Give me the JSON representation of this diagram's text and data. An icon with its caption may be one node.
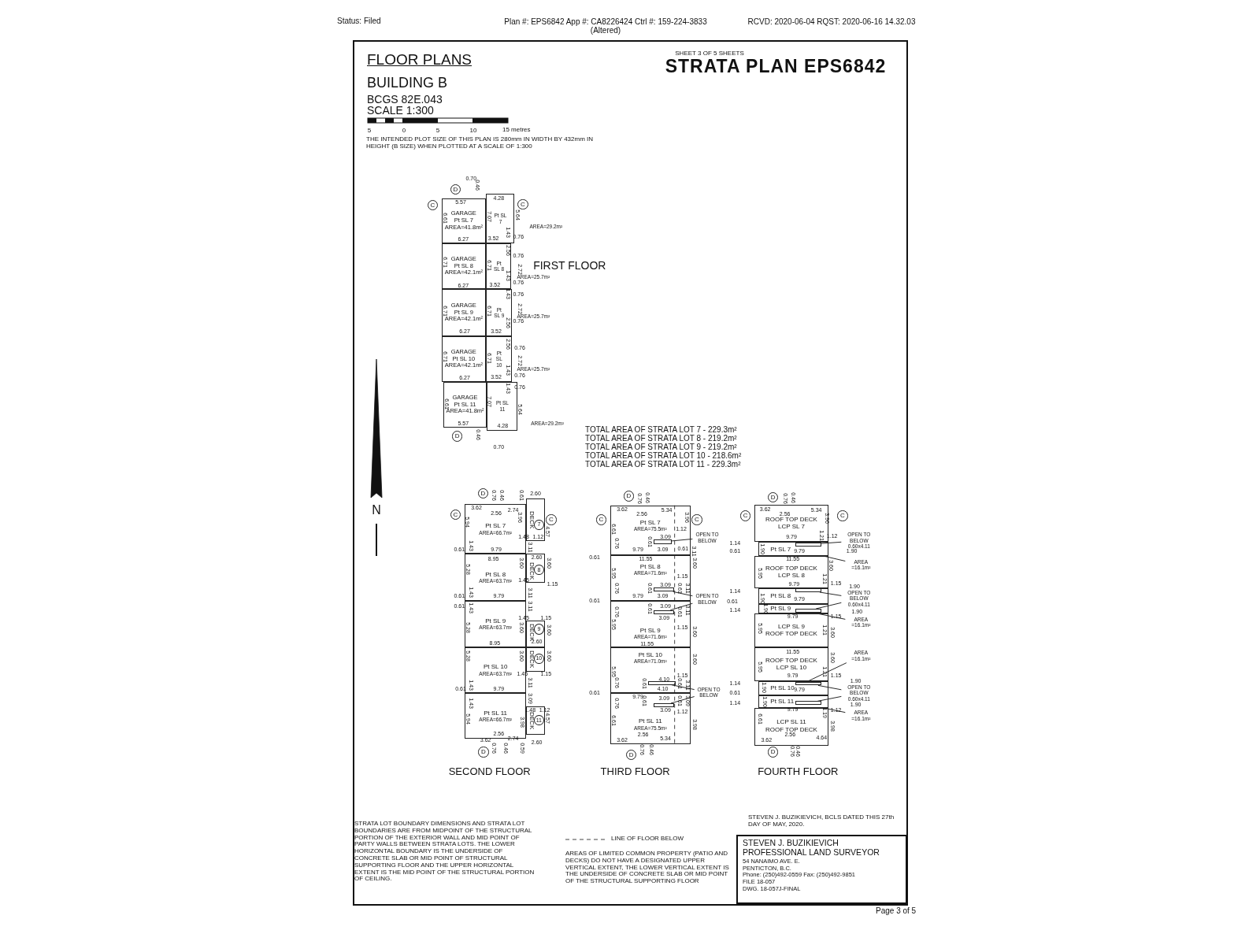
{
  "diagram": {
    "title": "STRATA PLAN EPS6842",
    "nodes": [
      {
        "text": [
          "GARAGE Pt SL 7",
          "AREA=41.8m²"
        ]
      },
      {
        "text": [
          "Pt SL 7"
        ],
        "beside": [
          "AREA=29.2m²"
        ]
      },
      {
        "text": [
          "GARAGE Pt SL 8",
          "AREA=42.1m²"
        ]
      },
      {
        "text": [
          "Pt SL 8"
        ],
        "beside": [
          "AREA=25.7m²"
        ]
      },
      {
        "text": [
          "GARAGE Pt SL 9",
          "AREA=42.1m²"
        ]
      },
      {
        "text": [
          "Pt SL 9"
        ],
        "beside": [
          "AREA=25.7m²"
        ]
      },
      {
        "text": [
          "GARAGE Pt SL 10",
          "AREA=42.1m²"
        ]
      },
      {
        "text": [
          "Pt SL 10"
        ],
        "beside": [
          "AREA=25.7m²"
        ]
      },
      {
        "text": [
          "GARAGE Pt SL 11",
          "AREA=41.8m²"
        ]
      },
      {
        "text": [
          "Pt SL 11"
        ],
        "beside": [
          "AREA=29.2m²"
        ]
      },
      {
        "text": [
          "D"
        ]
      },
      {
        "text": [
          "C"
        ]
      },
      {
        "text": [
          "C"
        ]
      },
      {
        "text": [
          "D"
        ]
      },
      {
        "text": [
          "Pt SL 7",
          "AREA=66.7m²"
        ]
      },
      {
        "text": [
          "DECK"
        ]
      },
      {
        "text": [
          "7"
        ],
        "in": 15
      },
      {
        "text": [
          "Pt SL 8",
          "AREA=63.7m²"
        ]
      },
      {
        "text": [
          "DECK"
        ]
      },
      {
        "text": [
          "8"
        ],
        "in": 18
      },
      {
        "text": [
          "Pt SL 9",
          "AREA=63.7m²"
        ]
      },
      {
        "text": [
          "DECK"
        ]
      },
      {
        "text": [
          "9"
        ],
        "in": 21
      },
      {
        "text": [
          "Pt SL 10",
          "AREA=63.7m²"
        ]
      },
      {
        "text": [
          "DECK"
        ]
      },
      {
        "text": [
          "10"
        ],
        "in": 24
      },
      {
        "text": [
          "Pt SL 11",
          "AREA=66.7m²"
        ]
      },
      {
        "text": [
          "DECK"
        ]
      },
      {
        "text": [
          "11"
        ],
        "in": 27
      },
      {
        "text": [
          "D"
        ]
      },
      {
        "text": [
          "C"
        ]
      },
      {
        "text": [
          "C"
        ]
      },
      {
        "text": [
          "D"
        ]
      },
      {
        "text": [
          "Pt SL 7",
          "AREA=75.5m²"
        ]
      },
      {
        "text": [
          "Pt SL 8",
          "AREA=71.6m²"
        ]
      },
      {
        "text": [
          "Pt SL 9",
          "AREA=71.6m²"
        ]
      },
      {
        "text": [
          "Pt SL 10",
          "AREA=71.0m²"
        ]
      },
      {
        "text": [
          "Pt SL 11",
          "AREA=75.5m²"
        ]
      },
      {
        "text": [],
        "shape": "box",
        "in": 33
      },
      {
        "text": [],
        "shape": "box",
        "in": 34
      },
      {
        "text": [],
        "shape": "box",
        "in": 35
      },
      {
        "text": [],
        "shape": "box",
        "in": 36
      },
      {
        "text": [],
        "shape": "box",
        "in": 37
      },
      {
        "text": [
          "OPEN TO BELOW"
        ]
      },
      {
        "text": [
          "OPEN TO BELOW"
        ]
      },
      {
        "text": [
          "OPEN TO BELOW"
        ]
      },
      {
        "text": [
          "D"
        ]
      },
      {
        "text": [
          "C"
        ]
      },
      {
        "text": [
          "C"
        ]
      },
      {
        "text": [
          "D"
        ]
      },
      {
        "text": [
          "ROOF TOP DECK",
          "LCP SL 7"
        ]
      },
      {
        "text": [
          "Pt SL 7"
        ]
      },
      {
        "text": [],
        "shape": "box",
        "in": 51
      },
      {
        "text": [
          "ROOF TOP DECK",
          "LCP SL 8"
        ]
      },
      {
        "text": [
          "Pt SL 8"
        ]
      },
      {
        "text": [],
        "shape": "box",
        "in": 54
      },
      {
        "text": [
          "Pt SL 9"
        ]
      },
      {
        "text": [],
        "shape": "box",
        "in": 56
      },
      {
        "text": [
          "LCP SL 9",
          "ROOF TOP DECK"
        ]
      },
      {
        "text": [
          "ROOF TOP DECK",
          "LCP SL 10"
        ]
      },
      {
        "text": [
          "Pt SL 10"
        ]
      },
      {
        "text": [],
        "shape": "box",
        "in": 60
      },
      {
        "text": [
          "Pt SL 11"
        ]
      },
      {
        "text": [],
        "shape": "box",
        "in": 62
      },
      {
        "text": [
          "LCP SL 11",
          "ROOF TOP DECK"
        ]
      },
      {
        "text": [
          "OPEN TO BELOW",
          "0.60x4.11"
        ]
      },
      {
        "text": [
          "OPEN TO BELOW",
          "0.60x4.11"
        ]
      },
      {
        "text": [
          "OPEN TO BELOW",
          "0.60x4.11"
        ]
      },
      {
        "text": [
          "AREA =16.1m²"
        ]
      },
      {
        "text": [
          "AREA =16.1m²"
        ]
      },
      {
        "text": [
          "AREA =16.1m²"
        ]
      },
      {
        "text": [
          "AREA =16.1m²"
        ]
      },
      {
        "text": [
          "D"
        ]
      },
      {
        "text": [
          "C"
        ]
      },
      {
        "text": [
          "C"
        ]
      },
      {
        "text": [
          "D"
        ]
      },
      {
        "text": [
          "STEVEN J. BUZIKIEVICH PROFESSIONAL LAND SURVEYOR",
          "54 NANAIMO AVE. E.",
          "PENTICTON, B.C.",
          "Phone: (250)492-0559 Fax: (250)492-9851",
          "FILE 18-057",
          "DWG. 18-057J-FINAL"
        ]
      }
    ],
    "edges": [
      {
        "from": 43,
        "to": 38,
        "arrow": "none"
      },
      {
        "from": 44,
        "to": 39,
        "arrow": "none"
      },
      {
        "from": 44,
        "to": 40,
        "arrow": "none"
      },
      {
        "from": 45,
        "to": 41,
        "arrow": "none"
      },
      {
        "from": 45,
        "to": 42,
        "arrow": "none"
      },
      {
        "from": 65,
        "to": 52,
        "arrow": "none"
      },
      {
        "from": 66,
        "to": 55,
        "arrow": "none"
      },
      {
        "from": 66,
        "to": 57,
        "arrow": "none"
      },
      {
        "from": 67,
        "to": 61,
        "arrow": "none"
      },
      {
        "from": 67,
        "to": 63,
        "arrow": "none"
      },
      {
        "from": 68,
        "to": 51,
        "arrow": "none"
      },
      {
        "from": 69,
        "to": 56,
        "arrow": "none"
      },
      {
        "from": 70,
        "to": 60,
        "arrow": "none"
      },
      {
        "from": 71,
        "to": 62,
        "arrow": "none"
      }
    ],
    "labels": [
      "Status: Filed",
      "Plan #: EPS6842 App #: CA8226424 Ctrl #: 159-224-3833",
      "(Altered)",
      "RCVD: 2020-06-04 RQST: 2020-06-16 14.32.03",
      "SHEET 3 OF 5 SHEETS",
      "FLOOR PLANS",
      "BUILDING B",
      "BCGS 82E.043",
      "SCALE 1:300",
      "5",
      "0",
      "5",
      "10",
      "15 metres",
      "THE INTENDED PLOT SIZE OF THIS PLAN IS 280mm IN WIDTH BY 432mm IN HEIGHT (B SIZE) WHEN PLOTTED AT A SCALE OF 1:300",
      "FIRST FLOOR",
      "TOTAL AREA OF STRATA LOT 7 - 229.3m²",
      "TOTAL AREA OF STRATA LOT 8 - 219.2m²",
      "TOTAL AREA OF STRATA LOT 9 - 219.2m²",
      "TOTAL AREA OF STRATA LOT 10 - 218.6m²",
      "TOTAL AREA OF STRATA LOT 11 - 229.3m²",
      "SECOND FLOOR",
      "THIRD FLOOR",
      "FOURTH FLOOR",
      "N",
      "STRATA LOT BOUNDARY DIMENSIONS AND STRATA LOT BOUNDARIES ARE FROM MIDPOINT OF THE STRUCTURAL PORTION OF THE EXTERIOR WALL AND MID POINT OF PARTY WALLS BETWEEN STRATA LOTS. THE LOWER HORIZONTAL BOUNDARY IS THE UNDERSIDE OF CONCRETE SLAB OR MID POINT OF STRUCTURAL SUPPORTING FLOOR AND THE UPPER HORIZONTAL EXTENT IS THE MID POINT OF THE STRUCTURAL PORTION OF CEILING.",
      "AREAS OF LIMITED COMMON PROPERTY (PATIO AND DECKS) DO NOT HAVE A DESIGNATED UPPER VERTICAL EXTENT, THE LOWER VERTICAL EXTENT IS THE UNDERSIDE OF CONCRETE SLAB OR MID POINT OF THE STRUCTURAL SUPPORTING FLOOR",
      "STEVEN J. BUZIKIEVICH, BCLS DATED THIS 27th DAY OF MAY, 2020.",
      "Page 3 of 5",
      "0.70",
      "0.46",
      "5.57",
      "4.28",
      "6.61",
      "7.07",
      "5.64",
      "6.27",
      "3.52",
      "1.43",
      "0.76",
      "2.56",
      "0.76",
      "6.71",
      "6.71",
      "2.72",
      "1.43",
      "6.27",
      "3.52",
      "0.76",
      "1.43",
      "0.76",
      "6.71",
      "6.71",
      "2.72",
      "2.56",
      "0.76",
      "6.27",
      "3.52",
      "2.56",
      "0.76",
      "6.71",
      "6.71",
      "2.72",
      "1.43",
      "0.76",
      "6.27",
      "3.52",
      "1.43",
      "0.76",
      "6.61",
      "7.07",
      "5.64",
      "5.57",
      "4.28",
      "0.46",
      "0.70",
      "0.76",
      "0.46",
      "0.61",
      "2.60",
      "3.62",
      "2.56",
      "2.74",
      "3.96",
      "4.57",
      "5.94",
      "1.48",
      "1.12",
      "1.43",
      "3.11",
      "0.61",
      "9.79",
      "8.95",
      "2.60",
      "3.60",
      "3.60",
      "5.28",
      "1.45",
      "1.15",
      "1.43",
      "3.11",
      "0.61",
      "9.79",
      "0.61",
      "1.43",
      "3.11",
      "1.45",
      "1.15",
      "5.28",
      "3.60",
      "3.60",
      "2.60",
      "8.95",
      "5.28",
      "3.60",
      "3.60",
      "1.45",
      "1.15",
      "3.11",
      "0.61",
      "1.43",
      "9.79",
      "1.43",
      "3.09",
      "1.48",
      "1.12",
      "5.94",
      "3.98",
      "4.57",
      "2.56",
      "2.74",
      "3.62",
      "0.76",
      "0.46",
      "0.59",
      "2.60",
      "0.76",
      "0.46",
      "3.62",
      "2.56",
      "5.34",
      "3.96",
      "6.61",
      "1.12",
      "3.09",
      "0.76",
      "0.61",
      "9.79",
      "3.09",
      "0.61",
      "3.11",
      "0.61",
      "11.55",
      "3.60",
      "5.95",
      "1.15",
      "3.09",
      "0.76",
      "0.61",
      "0.61",
      "3.11",
      "9.79",
      "3.09",
      "0.61",
      "0.76",
      "0.61",
      "3.09",
      "0.61",
      "3.11",
      "3.09",
      "5.95",
      "1.15",
      "3.60",
      "11.55",
      "3.60",
      "5.95",
      "1.15",
      "4.10",
      "0.76",
      "0.61",
      "0.61",
      "3.11",
      "4.10",
      "0.61",
      "0.76",
      "9.79",
      "0.61",
      "3.09",
      "0.61",
      "3.09",
      "3.09",
      "1.12",
      "6.61",
      "3.98",
      "2.56",
      "3.62",
      "5.34",
      "0.76",
      "0.46",
      "0.76",
      "0.46",
      "3.62",
      "2.56",
      "5.34",
      "3.96",
      "1.21",
      "9.79",
      "1.12",
      "1.14",
      "0.61",
      "1.90",
      "9.79",
      "1.90",
      "11.55",
      "3.60",
      "5.95",
      "1.21",
      "9.79",
      "1.15",
      "1.90",
      "1.14",
      "0.61",
      "1.14",
      "1.90",
      "1.90",
      "9.79",
      "1.90",
      "9.79",
      "1.15",
      "5.95",
      "1.21",
      "3.60",
      "11.55",
      "3.60",
      "5.95",
      "1.21",
      "9.79",
      "1.15",
      "1.90",
      "1.14",
      "0.61",
      "1.14",
      "1.90",
      "1.90",
      "9.79",
      "1.90",
      "9.79",
      "1.19",
      "1.12",
      "6.61",
      "3.98",
      "2.56",
      "3.62",
      "4.64",
      "0.76",
      "0.46"
    ],
    "legend": [
      {
        "text": "LINE OF FLOOR BELOW"
      }
    ]
  }
}
